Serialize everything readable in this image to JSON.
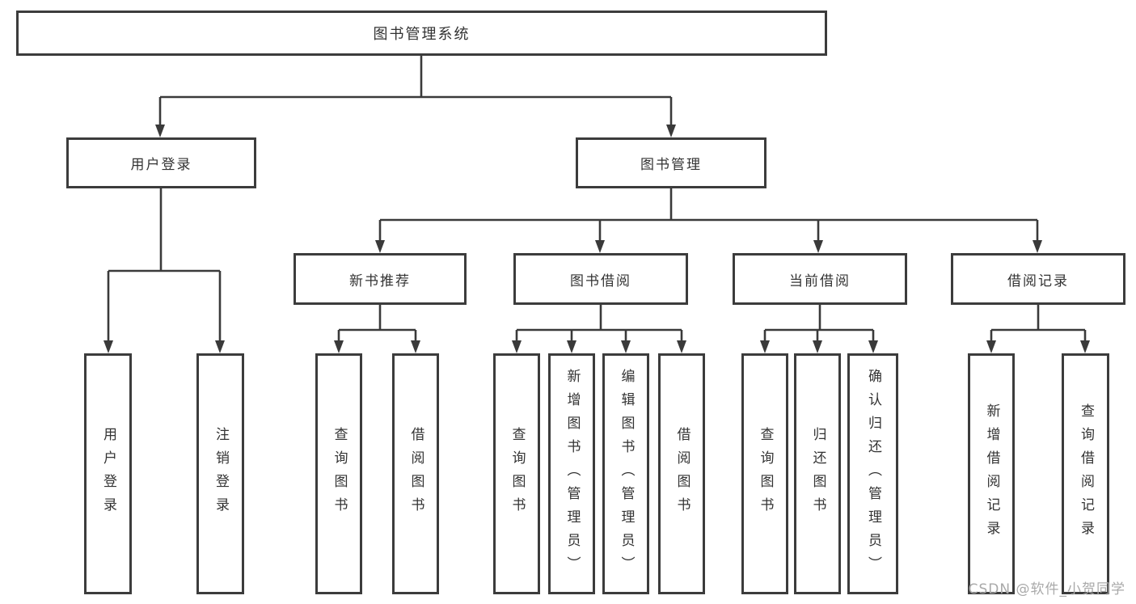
{
  "tree": {
    "label": "图书管理系统",
    "children": [
      {
        "label": "用户登录",
        "children": [
          {
            "label": "用户登录"
          },
          {
            "label": "注销登录"
          }
        ]
      },
      {
        "label": "图书管理",
        "children": [
          {
            "label": "新书推荐",
            "children": [
              {
                "label": "查询图书"
              },
              {
                "label": "借阅图书"
              }
            ]
          },
          {
            "label": "图书借阅",
            "children": [
              {
                "label": "查询图书"
              },
              {
                "label": "新增图书（管理员）"
              },
              {
                "label": "编辑图书（管理员）"
              },
              {
                "label": "借阅图书"
              }
            ]
          },
          {
            "label": "当前借阅",
            "children": [
              {
                "label": "查询图书"
              },
              {
                "label": "归还图书"
              },
              {
                "label": "确认归还（管理员）"
              }
            ]
          },
          {
            "label": "借阅记录",
            "children": [
              {
                "label": "新增借阅记录"
              },
              {
                "label": "查询借阅记录"
              }
            ]
          }
        ]
      }
    ]
  },
  "watermark": "CSDN @软件_小贺同学",
  "colors": {
    "line": "#3a3a3a",
    "border": "#3c3c3c",
    "text": "#333333",
    "background": "#ffffff",
    "watermark": "#a9a9a9"
  }
}
